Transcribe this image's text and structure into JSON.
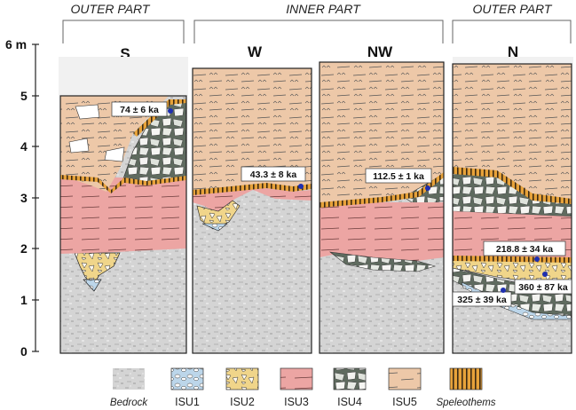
{
  "part_labels": {
    "outer_left": "OUTER PART",
    "inner": "INNER PART",
    "outer_right": "OUTER PART"
  },
  "y_axis": {
    "top_label": "6 m",
    "ticks": [
      "5",
      "4",
      "3",
      "2",
      "1",
      "0"
    ]
  },
  "columns": [
    {
      "id": "S",
      "title": "S"
    },
    {
      "id": "W",
      "title": "W"
    },
    {
      "id": "NW",
      "title": "NW"
    },
    {
      "id": "N",
      "title": "N"
    }
  ],
  "dates": {
    "s_top": "74 ± 6 ka",
    "w_upper": "43.3 ± 8 ka",
    "nw_upper": "112.5 ± 1 ka",
    "n_upper": "218.8 ± 34 ka",
    "n_mid": "360 ± 87 ka",
    "n_low": "325 ± 39 ka"
  },
  "legend": [
    {
      "key": "bedrock",
      "label": "Bedrock",
      "color": "#cfcfcf",
      "italic": true
    },
    {
      "key": "isu1",
      "label": "ISU1",
      "color": "#bcd6ea"
    },
    {
      "key": "isu2",
      "label": "ISU2",
      "color": "#f0d58a"
    },
    {
      "key": "isu3",
      "label": "ISU3",
      "color": "#eea8a5"
    },
    {
      "key": "isu4",
      "label": "ISU4",
      "color": "#c9d2c6"
    },
    {
      "key": "isu5",
      "label": "ISU5",
      "color": "#edc7a8"
    },
    {
      "key": "speleothems",
      "label": "Speleothems",
      "color": "#e39a2c",
      "italic": true
    }
  ]
}
